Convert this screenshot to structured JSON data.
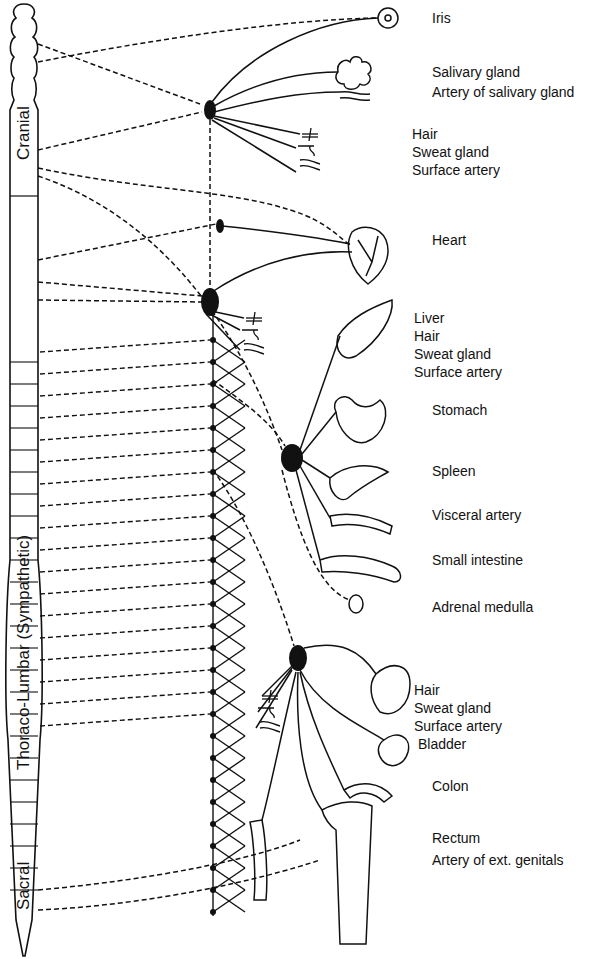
{
  "diagram": {
    "labels": [
      "Cranial",
      "Thoraco-Lumbar (Sympathetic)",
      "Sacral",
      "Iris",
      "Salivary gland",
      "Artery of salivary gland",
      "Hair",
      "Sweat gland",
      "Surface artery",
      "Heart",
      "Liver",
      "Hair",
      "Sweat gland",
      "Surface artery",
      "Stomach",
      "Spleen",
      "Visceral artery",
      "Small intestine",
      "Adrenal medulla",
      "Hair",
      "Sweat gland",
      "Surface artery",
      "Bladder",
      "Colon",
      "Rectum",
      "Artery of ext. genitals"
    ]
  }
}
